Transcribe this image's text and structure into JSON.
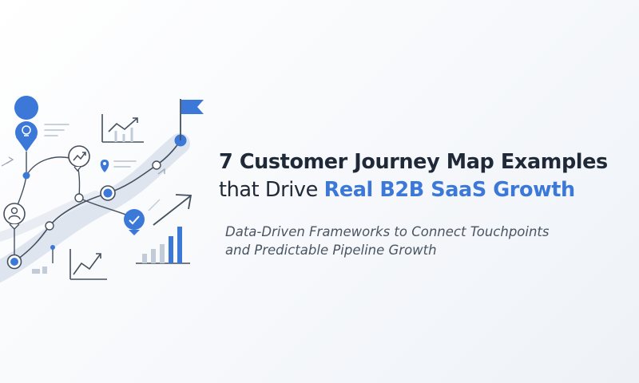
{
  "headline": {
    "line1": "7 Customer Journey Map Examples",
    "line2_prefix": "that Drive ",
    "line2_accent": "Real B2B SaaS Growth"
  },
  "subtitle": {
    "line1": "Data-Driven Frameworks to Connect Touchpoints",
    "line2": "and Predictable Pipeline Growth"
  },
  "colors": {
    "accent": "#3b78d8",
    "text_dark": "#1f2937",
    "text_muted": "#4a5563",
    "line_art": "#44505f"
  },
  "icons": [
    "lightbulb-icon",
    "trend-chat-icon",
    "location-pin-icon",
    "user-icon",
    "checkmark-icon",
    "flag-icon",
    "arrow-up-right-icon",
    "bar-chart-icon",
    "line-chart-icon"
  ]
}
